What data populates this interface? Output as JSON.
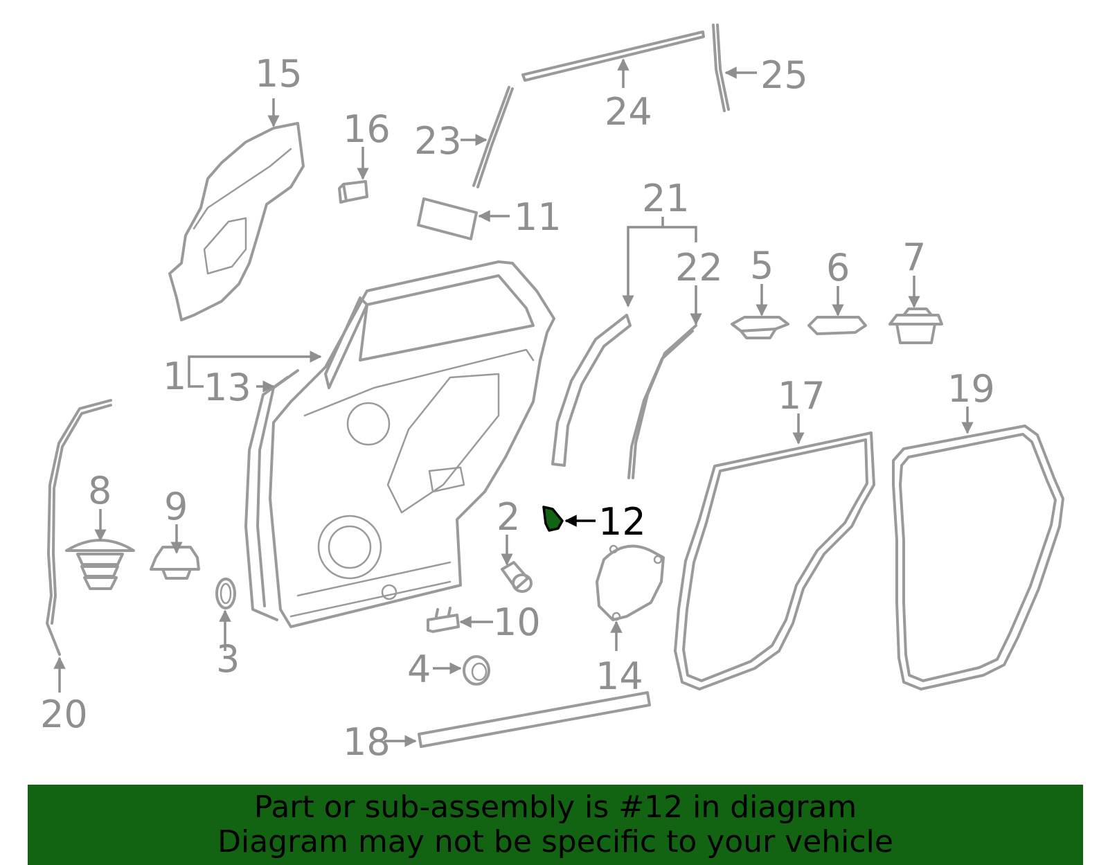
{
  "highlight_color": "#126312",
  "highlighted_part": "12",
  "callouts": [
    "1",
    "2",
    "3",
    "4",
    "5",
    "6",
    "7",
    "8",
    "9",
    "10",
    "11",
    "12",
    "13",
    "14",
    "15",
    "16",
    "17",
    "18",
    "19",
    "20",
    "21",
    "22",
    "23",
    "24",
    "25"
  ],
  "banner": {
    "line1": "Part or sub-assembly is #12 in diagram",
    "line2": "Diagram may not be specific to your vehicle"
  }
}
